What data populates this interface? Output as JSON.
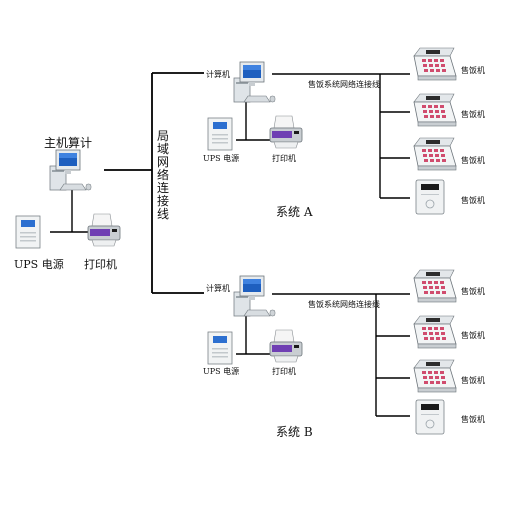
{
  "main": {
    "host_label": "主机算计",
    "ups_label": "UPS 电源",
    "printer_label": "打印机",
    "lan_label": "局域网络连接线"
  },
  "system_a": {
    "title": "系统 A",
    "computer_label": "计算机",
    "ups_label": "UPS 电源",
    "printer_label": "打印机",
    "link_label": "售饭系统网络连接线",
    "terminals": [
      "售饭机",
      "售饭机",
      "售饭机",
      "售饭机"
    ]
  },
  "system_b": {
    "title": "系统 B",
    "computer_label": "计算机",
    "ups_label": "UPS 电源",
    "printer_label": "打印机",
    "link_label": "售饭系统网络连接线",
    "terminals": [
      "售饭机",
      "售饭机",
      "售饭机",
      "售饭机"
    ]
  },
  "icons": {
    "computer": "desktop-computer-icon",
    "ups": "ups-power-icon",
    "printer": "inkjet-printer-icon",
    "pos_keypad": "pos-terminal-keypad-icon",
    "pos_box": "pos-terminal-box-icon"
  },
  "colors": {
    "line": "#000000",
    "device_body": "#e8ecef",
    "screen": "#1e5fbf",
    "keys": "#d04c6e",
    "printer_accent": "#6f3fb3"
  }
}
